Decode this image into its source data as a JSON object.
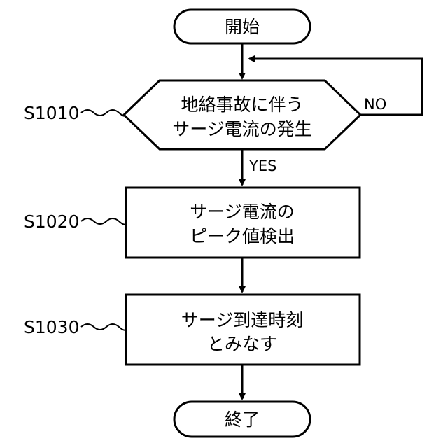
{
  "terminals": {
    "start": "開始",
    "end": "終了"
  },
  "steps": {
    "s1010": {
      "label": "S1010",
      "line1": "地絡事故に伴う",
      "line2": "サージ電流の発生"
    },
    "s1020": {
      "label": "S1020",
      "line1": "サージ電流の",
      "line2": "ピーク値検出"
    },
    "s1030": {
      "label": "S1030",
      "line1": "サージ到達時刻",
      "line2": "とみなす"
    }
  },
  "branches": {
    "yes": "YES",
    "no": "NO"
  }
}
